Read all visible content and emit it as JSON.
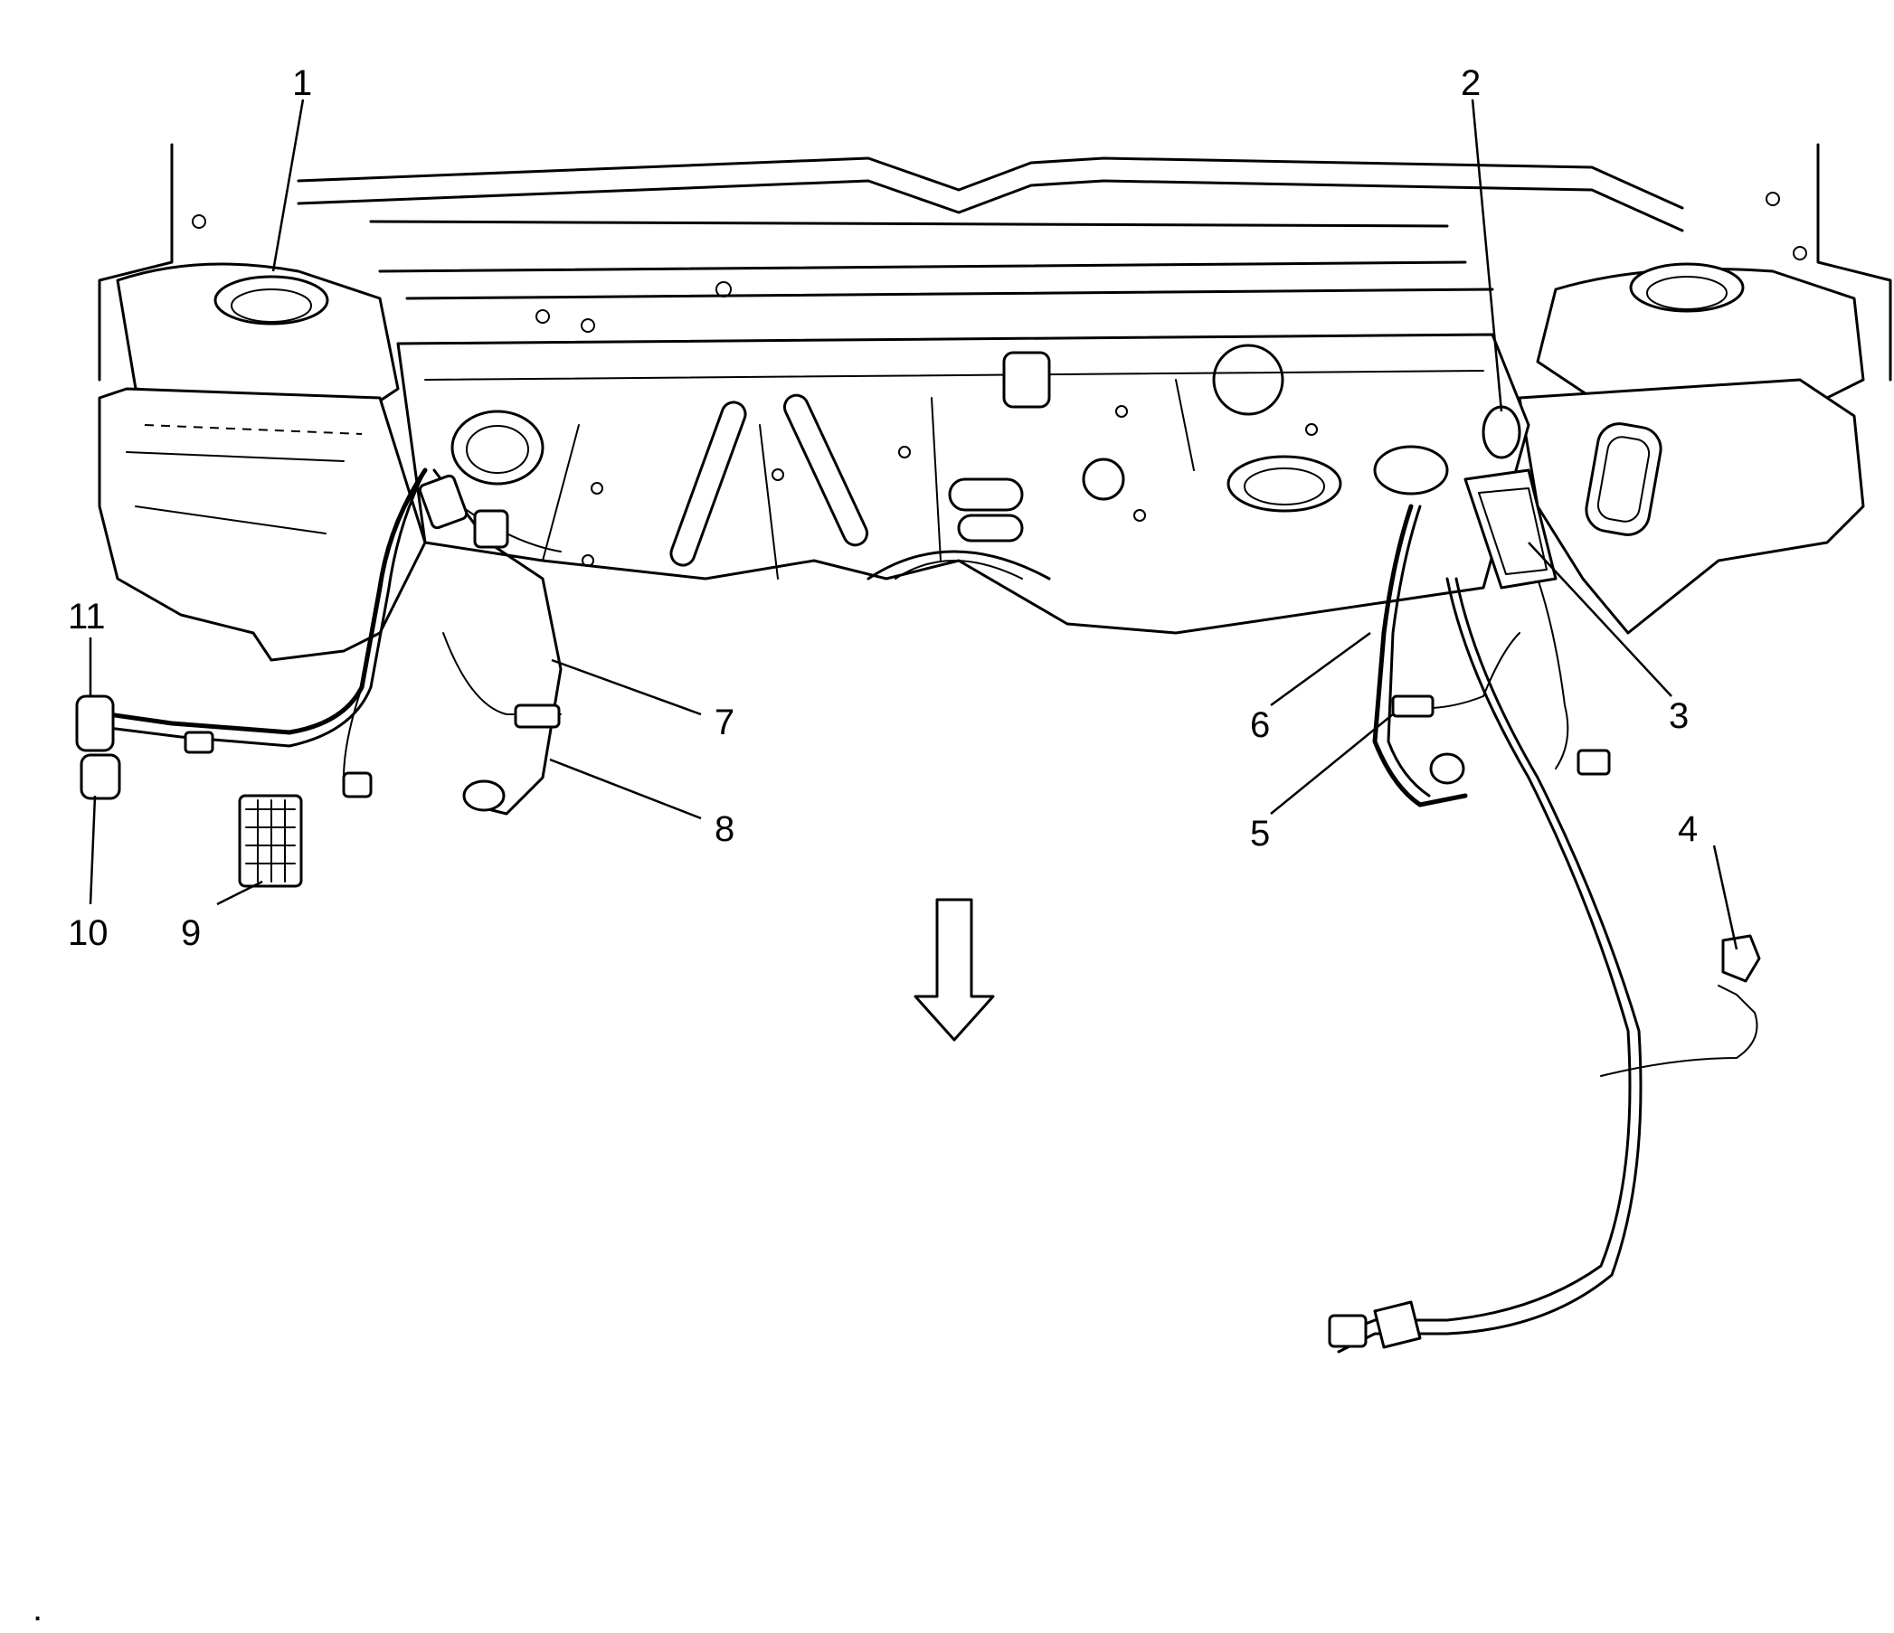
{
  "callouts": [
    "1",
    "2",
    "3",
    "4",
    "5",
    "6",
    "7",
    "8",
    "9",
    "10",
    "11"
  ],
  "corner_mark": "."
}
